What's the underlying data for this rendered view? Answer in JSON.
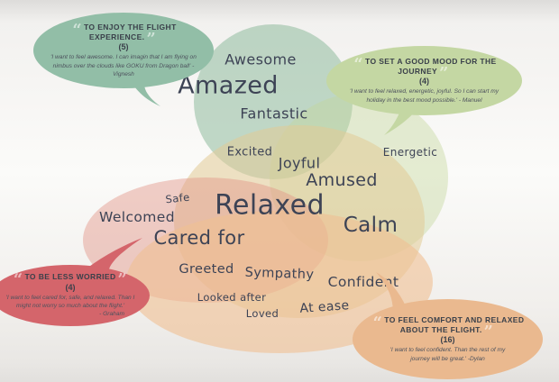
{
  "marks": {
    "open": "“",
    "close": "”"
  },
  "colors": {
    "bubble_green": "#92bea7",
    "bubble_lime": "#c4d7a3",
    "bubble_red": "#d4656b",
    "bubble_peach": "#eab98f",
    "ellipse_green": "#86b595",
    "ellipse_lime": "#c4d69a",
    "ellipse_beige": "#e2cb96",
    "ellipse_pink": "#e29488",
    "ellipse_peach": "#f0c092",
    "word_text": "#3d4355",
    "heading_text": "#3a404a"
  },
  "bubbles": {
    "top_left": {
      "heading": "TO ENJOY THE FLIGHT EXPERIENCE.",
      "count": "(5)",
      "quote": "'I want to feel awesome. I can imagin that I am flying on nimbus over the clouds like GOKU from Dragon ball'",
      "author": " -Vignesh"
    },
    "top_right": {
      "heading": "TO SET A GOOD MOOD FOR THE JOURNEY",
      "count": "(4)",
      "quote": "'I want to feel relaxed, energetic, joyful. So I can start my holiday in the best mood possible.'",
      "author": " - Manuel"
    },
    "bottom_left": {
      "heading": "TO BE LESS WORRIED",
      "count": "(4)",
      "quote": "'I want to feel cared for, safe, and relaxed. Than I might not worry so much about the flight.'",
      "author": "- Graham"
    },
    "bottom_right": {
      "heading": "TO FEEL COMFORT AND RELAXED ABOUT THE FLIGHT.",
      "count": "(16)",
      "quote": "'I want to feel confident. Than the rest of my journey will be great.'",
      "author": " -Dylan"
    }
  },
  "words": [
    "Awesome",
    "Amazed",
    "Fantastic",
    "Excited",
    "Joyful",
    "Amused",
    "Energetic",
    "Safe",
    "Relaxed",
    "Welcomed",
    "Cared for",
    "Calm",
    "Greeted",
    "Sympathy",
    "Confident",
    "Looked after",
    "Loved",
    "At ease"
  ]
}
